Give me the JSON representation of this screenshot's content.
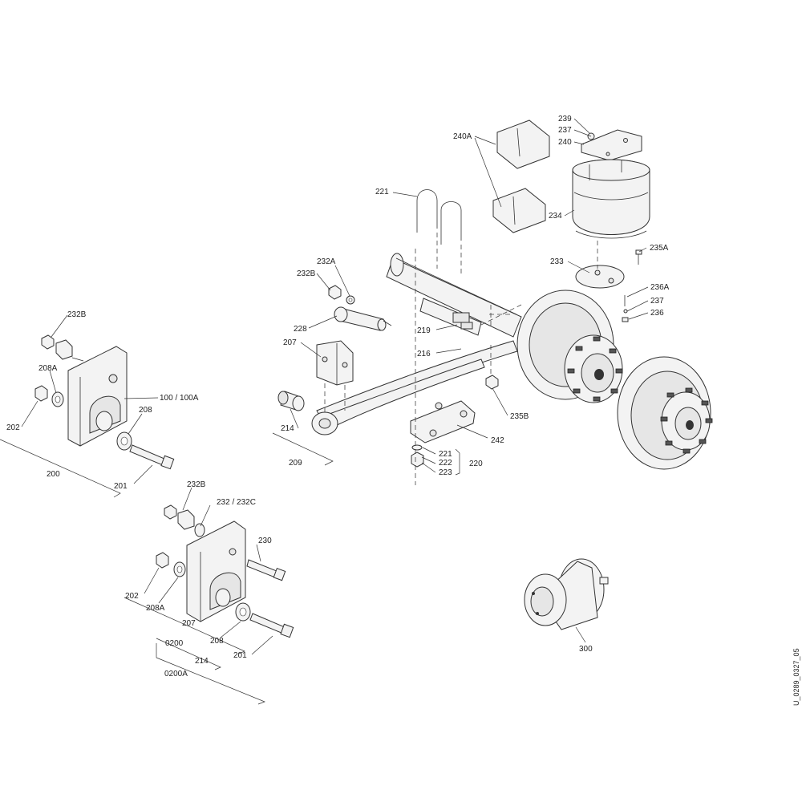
{
  "drawing_id": "U_0289_0327_05",
  "callouts": {
    "c239": "239",
    "c237a": "237",
    "c240": "240",
    "c240A": "240A",
    "c221a": "221",
    "c234": "234",
    "c235A": "235A",
    "c233": "233",
    "c236A": "236A",
    "c237b": "237",
    "c236": "236",
    "c232A": "232A",
    "c232B_top": "232B",
    "c228": "228",
    "c219": "219",
    "c216": "216",
    "c207_top": "207",
    "c214_top": "214",
    "c209": "209",
    "c235B": "235B",
    "c242": "242",
    "c221b": "221",
    "c222": "222",
    "c223": "223",
    "c220": "220",
    "c232B_left": "232B",
    "c208A_left": "208A",
    "c100": "100 / 100A",
    "c202_left": "202",
    "c208_left": "208",
    "c200": "200",
    "c201_left": "201",
    "c232B_low": "232B",
    "c232_232C": "232 / 232C",
    "c230": "230",
    "c202_low": "202",
    "c208A_low": "208A",
    "c207_low": "207",
    "c208_low": "208",
    "c0200": "0200",
    "c201_low": "201",
    "c214_low": "214",
    "c0200A": "0200A",
    "c300": "300"
  }
}
